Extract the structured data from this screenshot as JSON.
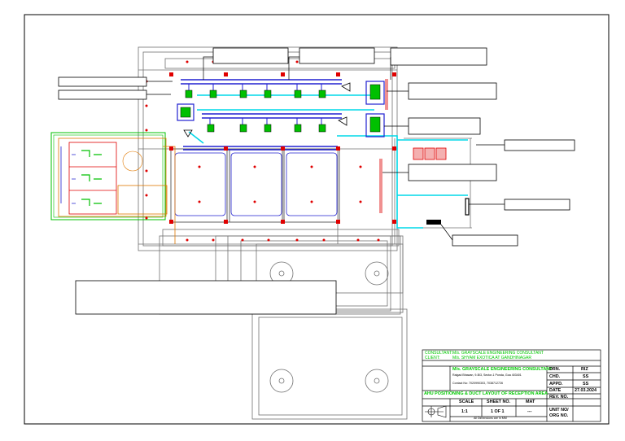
{
  "drawing": {
    "title_block": {
      "consultant_label": "CONSULTANT:",
      "consultant_value": "M/s. GRAYSCALE ENGINEERING CONSULTANT",
      "client_label": "CLIENT:",
      "client_value": "M/s. SHYAM EXOTICA AT GANDHINAGAR",
      "firm_name": "M/s. GRAYSCALE ENGINEERING CONSULTANT",
      "firm_address": "Raigad Bhawan, 9-B/3, Sector-1 Ponda, Goa 403401",
      "firm_contact": "Contact No: 7020990303, 7038712726",
      "drawing_title": "AHU POSITIONING & DUCT LAYOUT OF RECEPTION AREA",
      "drn_label": "DRN.",
      "drn_value": "RIZ",
      "chd_label": "CHD.",
      "chd_value": "SS",
      "appd_label": "APPD.",
      "appd_value": "SS",
      "date_label": "DATE",
      "date_value": "27.03.2024",
      "rev_label": "REV. NO.",
      "unit_label": "UNIT NO/",
      "org_label": "ORG NO.",
      "scale_label": "SCALE",
      "scale_value": "1:1",
      "sheet_label": "SHEET NO.",
      "sheet_value": "1 OF 1",
      "mat_label": "MAT",
      "mat_value": "---",
      "dims_note": "All Dimensions are in MM"
    },
    "colors": {
      "duct_blue": "#2020d0",
      "cyan": "#00d8e8",
      "green": "#00c000",
      "red": "#e00000",
      "orange": "#e07800",
      "pink": "#f09090",
      "grey": "#808080"
    }
  }
}
